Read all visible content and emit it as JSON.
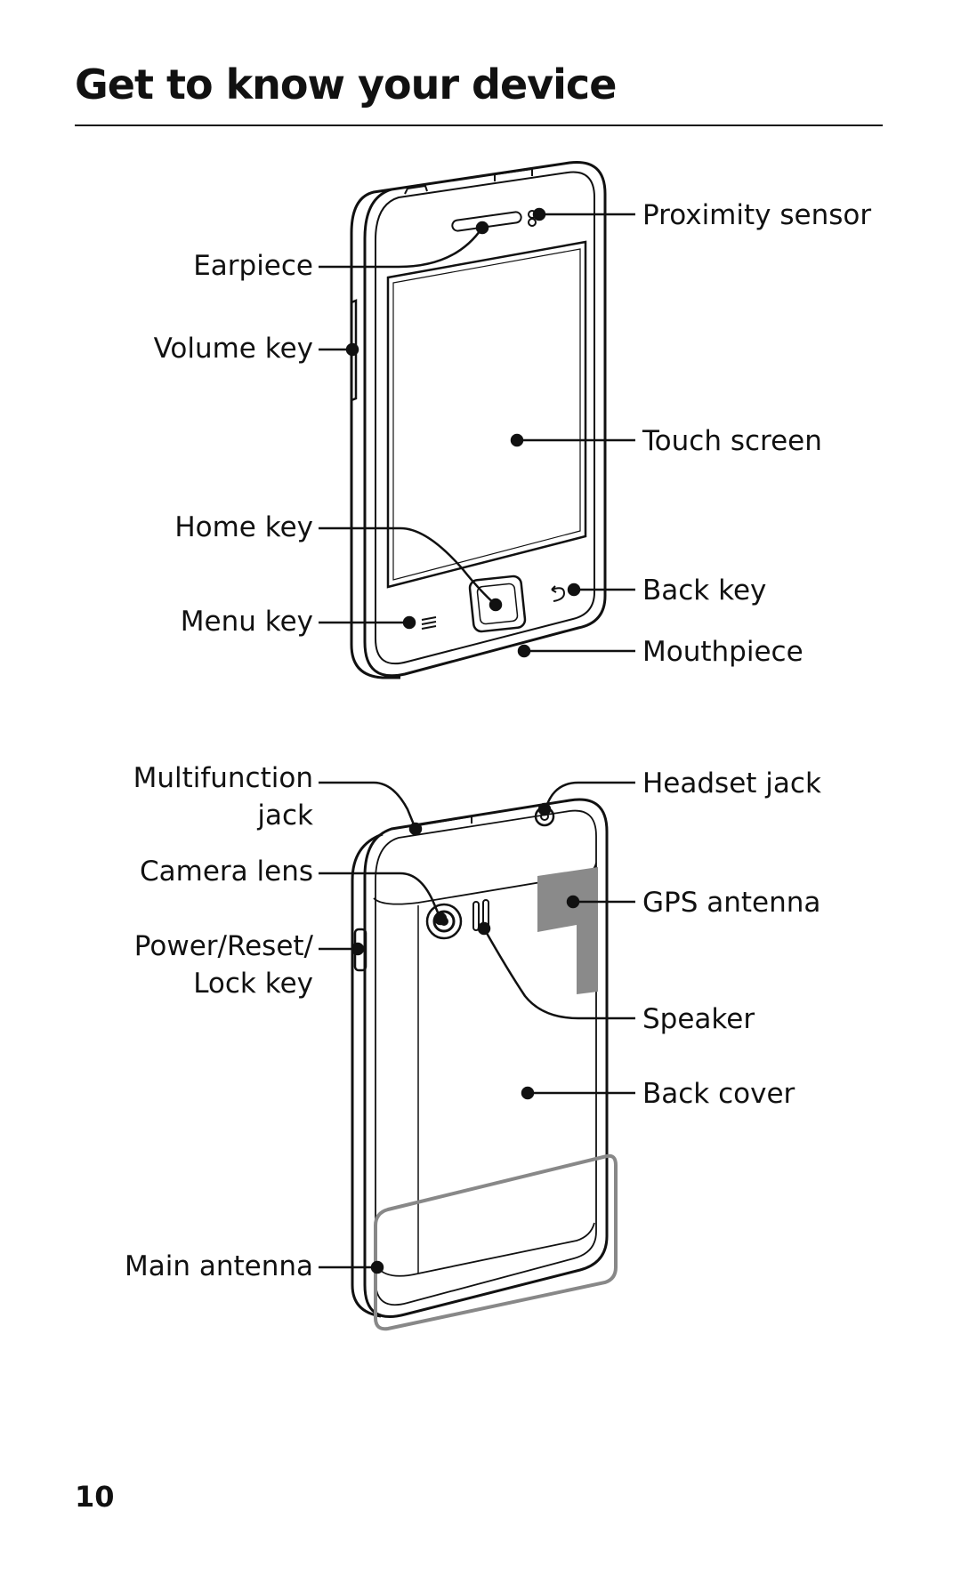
{
  "page": {
    "title": "Get to know your device",
    "number": "10"
  },
  "front_view": {
    "labels": {
      "earpiece": "Earpiece",
      "volume_key": "Volume key",
      "home_key": "Home key",
      "menu_key": "Menu key",
      "proximity_sensor": "Proximity sensor",
      "touch_screen": "Touch screen",
      "back_key": "Back key",
      "mouthpiece": "Mouthpiece"
    }
  },
  "back_view": {
    "labels": {
      "multifunction_jack": [
        "Multifunction",
        "jack"
      ],
      "camera_lens": "Camera lens",
      "power_reset_lock_key": [
        "Power/Reset/",
        "Lock key"
      ],
      "main_antenna": "Main antenna",
      "headset_jack": "Headset jack",
      "gps_antenna": "GPS antenna",
      "speaker": "Speaker",
      "back_cover": "Back cover"
    }
  }
}
